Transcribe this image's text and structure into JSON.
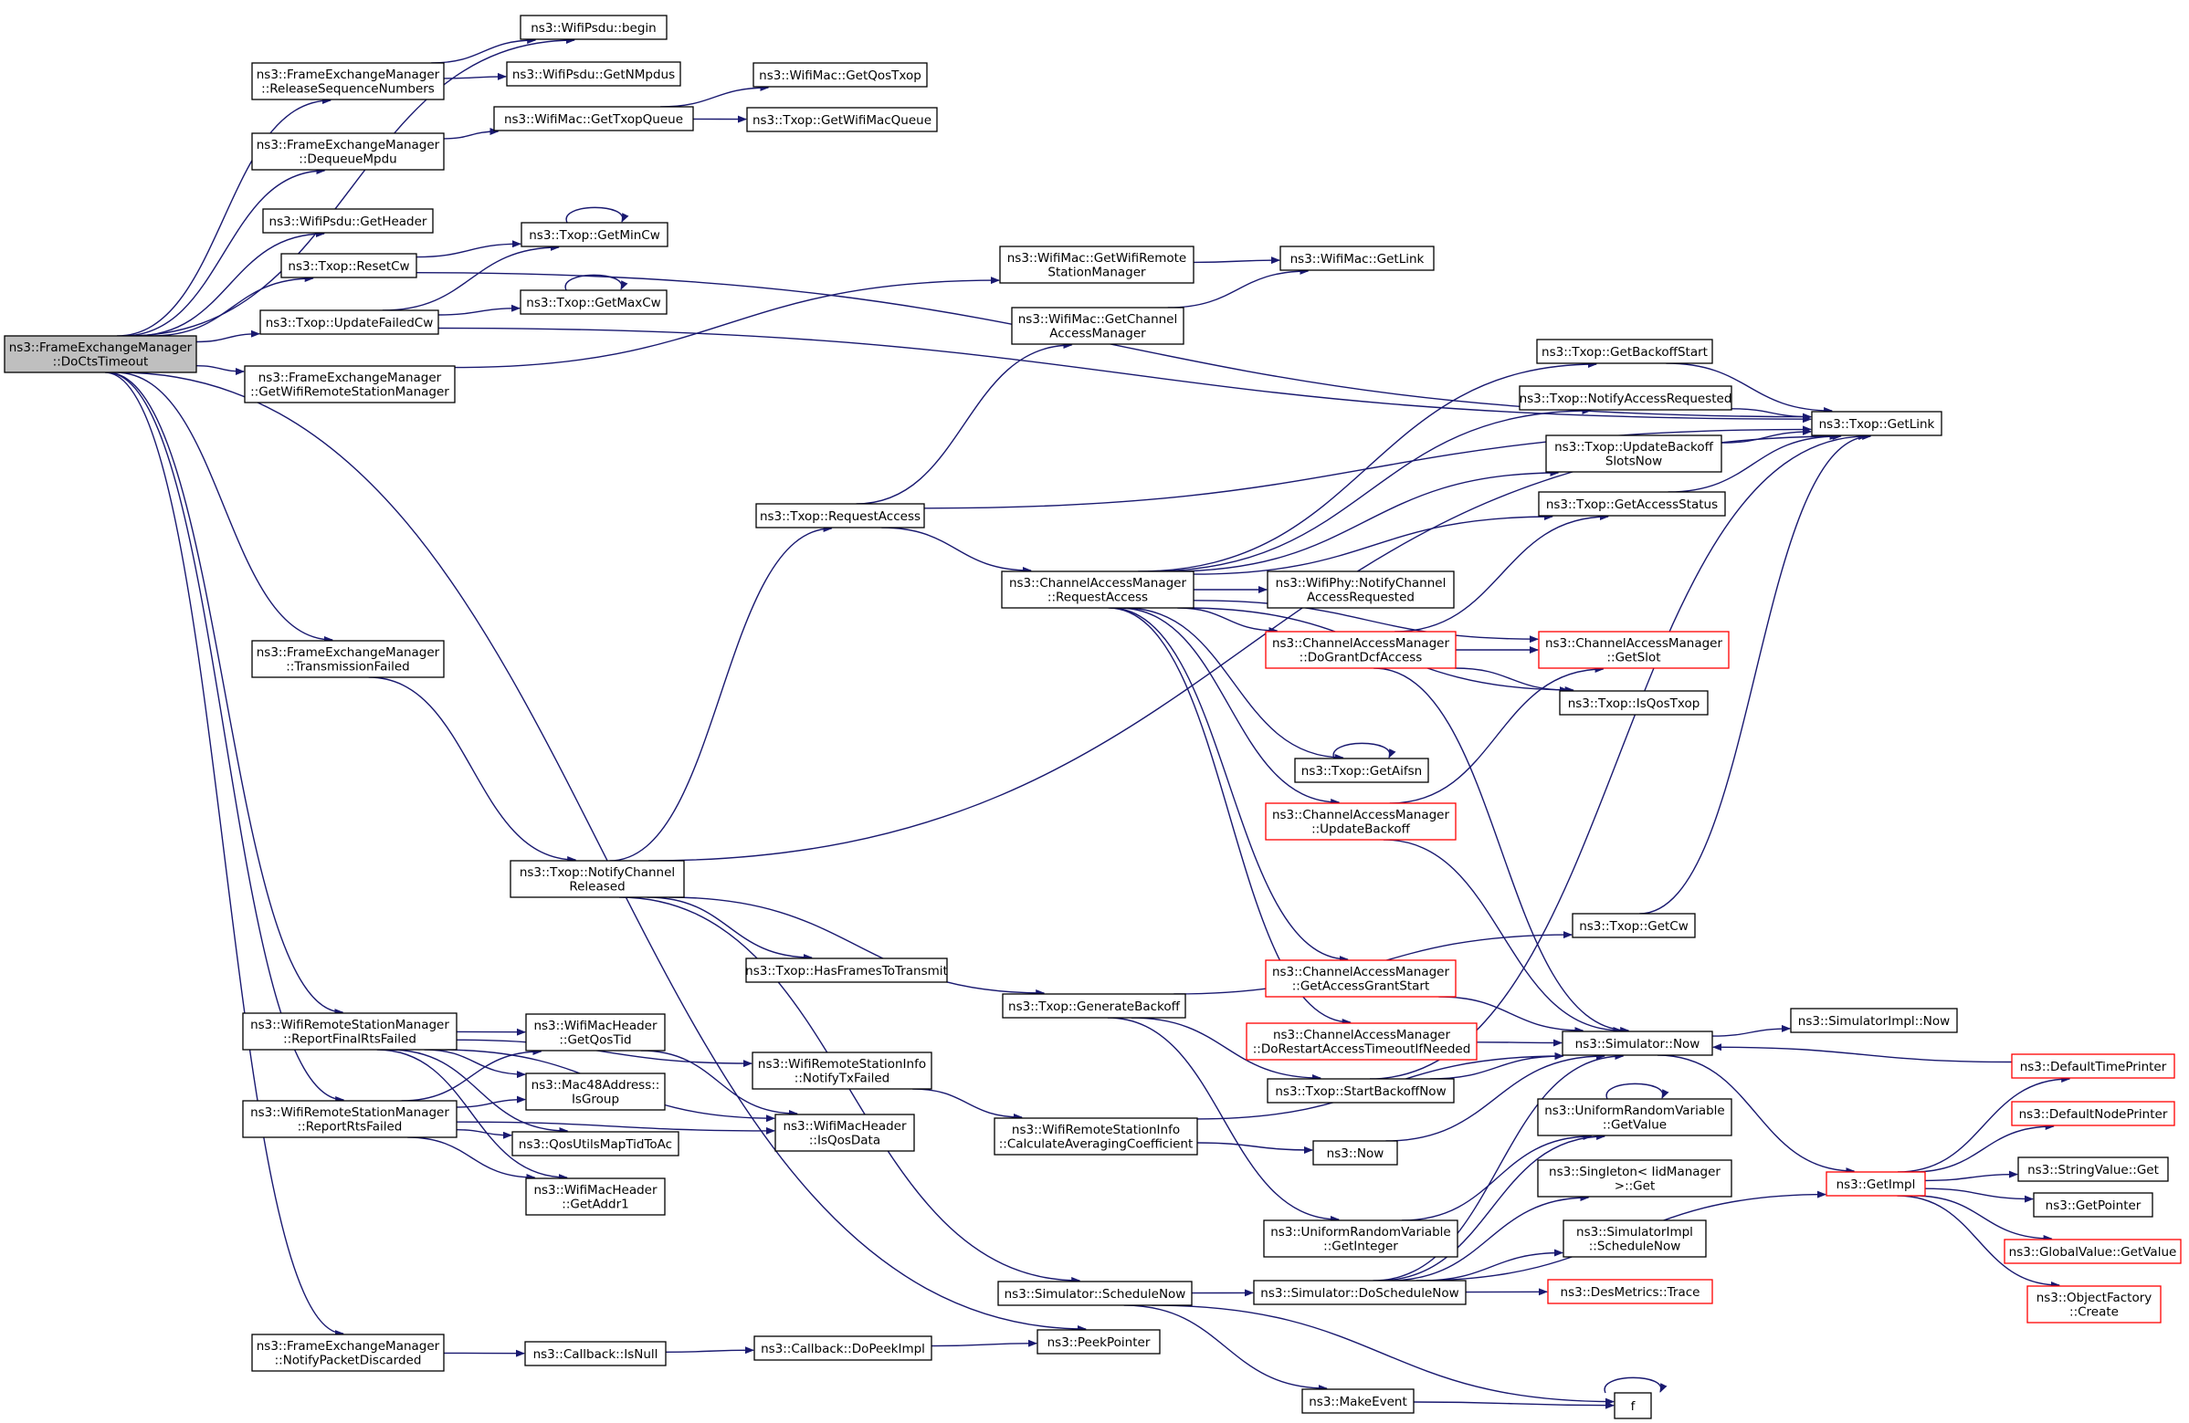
{
  "graph": {
    "edge_color": "#191970",
    "root_fill": "#bfbfbf",
    "highlight_border": "#ff0000",
    "nodes": {
      "root": {
        "lines": [
          "ns3::FrameExchangeManager",
          "::DoCtsTimeout"
        ],
        "style": "root"
      },
      "psdu_begin": {
        "lines": [
          "ns3::WifiPsdu::begin"
        ]
      },
      "fem_release": {
        "lines": [
          "ns3::FrameExchangeManager",
          "::ReleaseSequenceNumbers"
        ]
      },
      "psdu_getnmpdus": {
        "lines": [
          "ns3::WifiPsdu::GetNMpdus"
        ]
      },
      "mac_getqostxop": {
        "lines": [
          "ns3::WifiMac::GetQosTxop"
        ]
      },
      "mac_gettxopqueue": {
        "lines": [
          "ns3::WifiMac::GetTxopQueue"
        ]
      },
      "txop_getwifimacqueue": {
        "lines": [
          "ns3::Txop::GetWifiMacQueue"
        ]
      },
      "fem_dequeue": {
        "lines": [
          "ns3::FrameExchangeManager",
          "::DequeueMpdu"
        ]
      },
      "psdu_getheader": {
        "lines": [
          "ns3::WifiPsdu::GetHeader"
        ]
      },
      "txop_getmincw": {
        "lines": [
          "ns3::Txop::GetMinCw"
        ]
      },
      "txop_resetcw": {
        "lines": [
          "ns3::Txop::ResetCw"
        ]
      },
      "txop_getmaxcw": {
        "lines": [
          "ns3::Txop::GetMaxCw"
        ]
      },
      "txop_updatefailedcw": {
        "lines": [
          "ns3::Txop::UpdateFailedCw"
        ]
      },
      "mac_getwrsm": {
        "lines": [
          "ns3::WifiMac::GetWifiRemote",
          "StationManager"
        ]
      },
      "mac_getlink": {
        "lines": [
          "ns3::WifiMac::GetLink"
        ]
      },
      "mac_getcam": {
        "lines": [
          "ns3::WifiMac::GetChannel",
          "AccessManager"
        ]
      },
      "fem_getwrsm": {
        "lines": [
          "ns3::FrameExchangeManager",
          "::GetWifiRemoteStationManager"
        ]
      },
      "txop_getbackoffstart": {
        "lines": [
          "ns3::Txop::GetBackoffStart"
        ]
      },
      "txop_notifyaccessreq": {
        "lines": [
          "ns3::Txop::NotifyAccessRequested"
        ]
      },
      "txop_getlink": {
        "lines": [
          "ns3::Txop::GetLink"
        ]
      },
      "txop_updatebackoffslots": {
        "lines": [
          "ns3::Txop::UpdateBackoff",
          "SlotsNow"
        ]
      },
      "txop_getaccessstatus": {
        "lines": [
          "ns3::Txop::GetAccessStatus"
        ]
      },
      "txop_requestaccess": {
        "lines": [
          "ns3::Txop::RequestAccess"
        ]
      },
      "cam_requestaccess": {
        "lines": [
          "ns3::ChannelAccessManager",
          "::RequestAccess"
        ]
      },
      "phy_notifychannel": {
        "lines": [
          "ns3::WifiPhy::NotifyChannel",
          "AccessRequested"
        ]
      },
      "cam_dogrant": {
        "lines": [
          "ns3::ChannelAccessManager",
          "::DoGrantDcfAccess"
        ],
        "style": "red"
      },
      "cam_getslot": {
        "lines": [
          "ns3::ChannelAccessManager",
          "::GetSlot"
        ],
        "style": "red"
      },
      "fem_txfailed": {
        "lines": [
          "ns3::FrameExchangeManager",
          "::TransmissionFailed"
        ]
      },
      "txop_isqostxop": {
        "lines": [
          "ns3::Txop::IsQosTxop"
        ]
      },
      "txop_getaifsn": {
        "lines": [
          "ns3::Txop::GetAifsn"
        ]
      },
      "cam_updatebackoff": {
        "lines": [
          "ns3::ChannelAccessManager",
          "::UpdateBackoff"
        ],
        "style": "red"
      },
      "txop_notifyreleased": {
        "lines": [
          "ns3::Txop::NotifyChannel",
          "Released"
        ]
      },
      "txop_getcw": {
        "lines": [
          "ns3::Txop::GetCw"
        ]
      },
      "txop_hasframes": {
        "lines": [
          "ns3::Txop::HasFramesToTransmit"
        ]
      },
      "cam_getaccessgrantstart": {
        "lines": [
          "ns3::ChannelAccessManager",
          "::GetAccessGrantStart"
        ],
        "style": "red"
      },
      "wrsm_reportfinalrts": {
        "lines": [
          "ns3::WifiRemoteStationManager",
          "::ReportFinalRtsFailed"
        ]
      },
      "machdr_getqostid": {
        "lines": [
          "ns3::WifiMacHeader",
          "::GetQosTid"
        ]
      },
      "txop_generatebackoff": {
        "lines": [
          "ns3::Txop::GenerateBackoff"
        ]
      },
      "cam_dorestart": {
        "lines": [
          "ns3::ChannelAccessManager",
          "::DoRestartAccessTimeoutIfNeeded"
        ],
        "style": "red"
      },
      "sim_now": {
        "lines": [
          "ns3::Simulator::Now"
        ]
      },
      "simimpl_now": {
        "lines": [
          "ns3::SimulatorImpl::Now"
        ]
      },
      "mac48_isgroup": {
        "lines": [
          "ns3::Mac48Address::",
          "IsGroup"
        ]
      },
      "wrsi_notifytxfailed": {
        "lines": [
          "ns3::WifiRemoteStationInfo",
          "::NotifyTxFailed"
        ]
      },
      "default_timeprinter": {
        "lines": [
          "ns3::DefaultTimePrinter"
        ],
        "style": "red"
      },
      "txop_startbackoffnow": {
        "lines": [
          "ns3::Txop::StartBackoffNow"
        ]
      },
      "wrsm_reportrts": {
        "lines": [
          "ns3::WifiRemoteStationManager",
          "::ReportRtsFailed"
        ]
      },
      "machdr_isqosdata": {
        "lines": [
          "ns3::WifiMacHeader",
          "::IsQosData"
        ]
      },
      "urv_getvalue": {
        "lines": [
          "ns3::UniformRandomVariable",
          "::GetValue"
        ]
      },
      "default_nodeprinter": {
        "lines": [
          "ns3::DefaultNodePrinter"
        ],
        "style": "red"
      },
      "qos_maptidtoac": {
        "lines": [
          "ns3::QosUtilsMapTidToAc"
        ]
      },
      "wrsi_calcavg": {
        "lines": [
          "ns3::WifiRemoteStationInfo",
          "::CalculateAveragingCoefficient"
        ]
      },
      "ns3_now": {
        "lines": [
          "ns3::Now"
        ]
      },
      "getimpl": {
        "lines": [
          "ns3::GetImpl"
        ],
        "style": "red"
      },
      "stringvalue_get": {
        "lines": [
          "ns3::StringValue::Get"
        ]
      },
      "singleton_get": {
        "lines": [
          "ns3::Singleton< IidManager",
          ">::Get"
        ]
      },
      "getpointer": {
        "lines": [
          "ns3::GetPointer"
        ]
      },
      "machdr_getaddr1": {
        "lines": [
          "ns3::WifiMacHeader",
          "::GetAddr1"
        ]
      },
      "urv_getinteger": {
        "lines": [
          "ns3::UniformRandomVariable",
          "::GetInteger"
        ]
      },
      "simimpl_schedulenow": {
        "lines": [
          "ns3::SimulatorImpl",
          "::ScheduleNow"
        ]
      },
      "globalvalue_getvalue": {
        "lines": [
          "ns3::GlobalValue::GetValue"
        ],
        "style": "red"
      },
      "sim_schedulenow": {
        "lines": [
          "ns3::Simulator::ScheduleNow"
        ]
      },
      "sim_doschedulenow": {
        "lines": [
          "ns3::Simulator::DoScheduleNow"
        ]
      },
      "desmetrics_trace": {
        "lines": [
          "ns3::DesMetrics::Trace"
        ],
        "style": "red"
      },
      "objectfactory_create": {
        "lines": [
          "ns3::ObjectFactory",
          "::Create"
        ],
        "style": "red"
      },
      "fem_notifypacketdiscarded": {
        "lines": [
          "ns3::FrameExchangeManager",
          "::NotifyPacketDiscarded"
        ]
      },
      "callback_isnull": {
        "lines": [
          "ns3::Callback::IsNull"
        ]
      },
      "callback_dopeekimpl": {
        "lines": [
          "ns3::Callback::DoPeekImpl"
        ]
      },
      "peekpointer": {
        "lines": [
          "ns3::PeekPointer"
        ]
      },
      "makeevent": {
        "lines": [
          "ns3::MakeEvent"
        ]
      },
      "f": {
        "lines": [
          "f"
        ]
      }
    },
    "edges": [
      [
        "root",
        "psdu_begin"
      ],
      [
        "root",
        "fem_release"
      ],
      [
        "root",
        "fem_dequeue"
      ],
      [
        "root",
        "psdu_getheader"
      ],
      [
        "root",
        "txop_resetcw"
      ],
      [
        "root",
        "txop_updatefailedcw"
      ],
      [
        "root",
        "fem_getwrsm"
      ],
      [
        "root",
        "fem_txfailed"
      ],
      [
        "root",
        "wrsm_reportfinalrts"
      ],
      [
        "root",
        "wrsm_reportrts"
      ],
      [
        "root",
        "fem_notifypacketdiscarded"
      ],
      [
        "root",
        "peekpointer"
      ],
      [
        "fem_release",
        "psdu_begin"
      ],
      [
        "fem_release",
        "psdu_getnmpdus"
      ],
      [
        "fem_dequeue",
        "mac_gettxopqueue"
      ],
      [
        "mac_gettxopqueue",
        "mac_getqostxop"
      ],
      [
        "mac_gettxopqueue",
        "txop_getwifimacqueue"
      ],
      [
        "txop_resetcw",
        "txop_getmincw"
      ],
      [
        "txop_resetcw",
        "txop_getlink"
      ],
      [
        "txop_getmincw",
        "txop_getmincw"
      ],
      [
        "txop_getmaxcw",
        "txop_getmaxcw"
      ],
      [
        "txop_updatefailedcw",
        "txop_getmincw"
      ],
      [
        "txop_updatefailedcw",
        "txop_getmaxcw"
      ],
      [
        "txop_updatefailedcw",
        "txop_getlink"
      ],
      [
        "fem_getwrsm",
        "mac_getwrsm"
      ],
      [
        "mac_getwrsm",
        "mac_getlink"
      ],
      [
        "mac_getcam",
        "mac_getlink"
      ],
      [
        "fem_txfailed",
        "txop_notifyreleased"
      ],
      [
        "txop_notifyreleased",
        "txop_requestaccess"
      ],
      [
        "txop_notifyreleased",
        "txop_getlink"
      ],
      [
        "txop_notifyreleased",
        "txop_hasframes"
      ],
      [
        "txop_notifyreleased",
        "txop_generatebackoff"
      ],
      [
        "txop_notifyreleased",
        "sim_schedulenow"
      ],
      [
        "txop_requestaccess",
        "mac_getcam"
      ],
      [
        "txop_requestaccess",
        "txop_getlink"
      ],
      [
        "txop_requestaccess",
        "cam_requestaccess"
      ],
      [
        "cam_requestaccess",
        "txop_getbackoffstart"
      ],
      [
        "cam_requestaccess",
        "txop_notifyaccessreq"
      ],
      [
        "cam_requestaccess",
        "txop_updatebackoffslots"
      ],
      [
        "cam_requestaccess",
        "txop_getaccessstatus"
      ],
      [
        "cam_requestaccess",
        "phy_notifychannel"
      ],
      [
        "cam_requestaccess",
        "cam_dogrant"
      ],
      [
        "cam_requestaccess",
        "cam_getslot"
      ],
      [
        "cam_requestaccess",
        "txop_isqostxop"
      ],
      [
        "cam_requestaccess",
        "txop_getaifsn"
      ],
      [
        "cam_requestaccess",
        "cam_updatebackoff"
      ],
      [
        "cam_requestaccess",
        "cam_getaccessgrantstart"
      ],
      [
        "cam_requestaccess",
        "cam_dorestart"
      ],
      [
        "txop_getbackoffstart",
        "txop_getlink"
      ],
      [
        "txop_notifyaccessreq",
        "txop_getlink"
      ],
      [
        "txop_updatebackoffslots",
        "txop_getlink"
      ],
      [
        "txop_getaccessstatus",
        "txop_getlink"
      ],
      [
        "cam_dogrant",
        "txop_getaccessstatus"
      ],
      [
        "cam_dogrant",
        "cam_getslot"
      ],
      [
        "cam_dogrant",
        "txop_isqostxop"
      ],
      [
        "cam_dogrant",
        "sim_now"
      ],
      [
        "txop_getaifsn",
        "txop_getaifsn"
      ],
      [
        "cam_updatebackoff",
        "cam_getslot"
      ],
      [
        "cam_updatebackoff",
        "sim_now"
      ],
      [
        "cam_getaccessgrantstart",
        "sim_now"
      ],
      [
        "cam_dorestart",
        "sim_now"
      ],
      [
        "txop_generatebackoff",
        "txop_getcw"
      ],
      [
        "txop_generatebackoff",
        "txop_startbackoffnow"
      ],
      [
        "txop_generatebackoff",
        "urv_getinteger"
      ],
      [
        "txop_getcw",
        "txop_getlink"
      ],
      [
        "txop_startbackoffnow",
        "txop_getlink"
      ],
      [
        "txop_startbackoffnow",
        "sim_now"
      ],
      [
        "sim_now",
        "simimpl_now"
      ],
      [
        "sim_now",
        "getimpl"
      ],
      [
        "wrsm_reportfinalrts",
        "machdr_getqostid"
      ],
      [
        "wrsm_reportfinalrts",
        "mac48_isgroup"
      ],
      [
        "wrsm_reportfinalrts",
        "qos_maptidtoac"
      ],
      [
        "wrsm_reportfinalrts",
        "machdr_getaddr1"
      ],
      [
        "wrsm_reportfinalrts",
        "machdr_isqosdata"
      ],
      [
        "wrsm_reportfinalrts",
        "wrsi_notifytxfailed"
      ],
      [
        "wrsm_reportrts",
        "machdr_getqostid"
      ],
      [
        "wrsm_reportrts",
        "mac48_isgroup"
      ],
      [
        "wrsm_reportrts",
        "qos_maptidtoac"
      ],
      [
        "wrsm_reportrts",
        "machdr_getaddr1"
      ],
      [
        "wrsm_reportrts",
        "machdr_isqosdata"
      ],
      [
        "machdr_getqostid",
        "machdr_isqosdata"
      ],
      [
        "wrsi_notifytxfailed",
        "wrsi_calcavg"
      ],
      [
        "wrsi_calcavg",
        "ns3_now"
      ],
      [
        "wrsi_calcavg",
        "sim_now"
      ],
      [
        "ns3_now",
        "sim_now"
      ],
      [
        "urv_getinteger",
        "urv_getvalue"
      ],
      [
        "urv_getvalue",
        "urv_getvalue"
      ],
      [
        "default_timeprinter",
        "sim_now"
      ],
      [
        "getimpl",
        "default_timeprinter"
      ],
      [
        "getimpl",
        "default_nodeprinter"
      ],
      [
        "getimpl",
        "stringvalue_get"
      ],
      [
        "getimpl",
        "getpointer"
      ],
      [
        "getimpl",
        "globalvalue_getvalue"
      ],
      [
        "getimpl",
        "objectfactory_create"
      ],
      [
        "sim_schedulenow",
        "sim_doschedulenow"
      ],
      [
        "sim_schedulenow",
        "makeevent"
      ],
      [
        "sim_schedulenow",
        "f"
      ],
      [
        "sim_doschedulenow",
        "sim_now"
      ],
      [
        "sim_doschedulenow",
        "singleton_get"
      ],
      [
        "sim_doschedulenow",
        "simimpl_schedulenow"
      ],
      [
        "sim_doschedulenow",
        "desmetrics_trace"
      ],
      [
        "sim_doschedulenow",
        "getimpl"
      ],
      [
        "sim_doschedulenow",
        "urv_getvalue"
      ],
      [
        "fem_notifypacketdiscarded",
        "callback_isnull"
      ],
      [
        "callback_isnull",
        "callback_dopeekimpl"
      ],
      [
        "callback_dopeekimpl",
        "peekpointer"
      ],
      [
        "makeevent",
        "f"
      ],
      [
        "f",
        "f"
      ]
    ]
  }
}
